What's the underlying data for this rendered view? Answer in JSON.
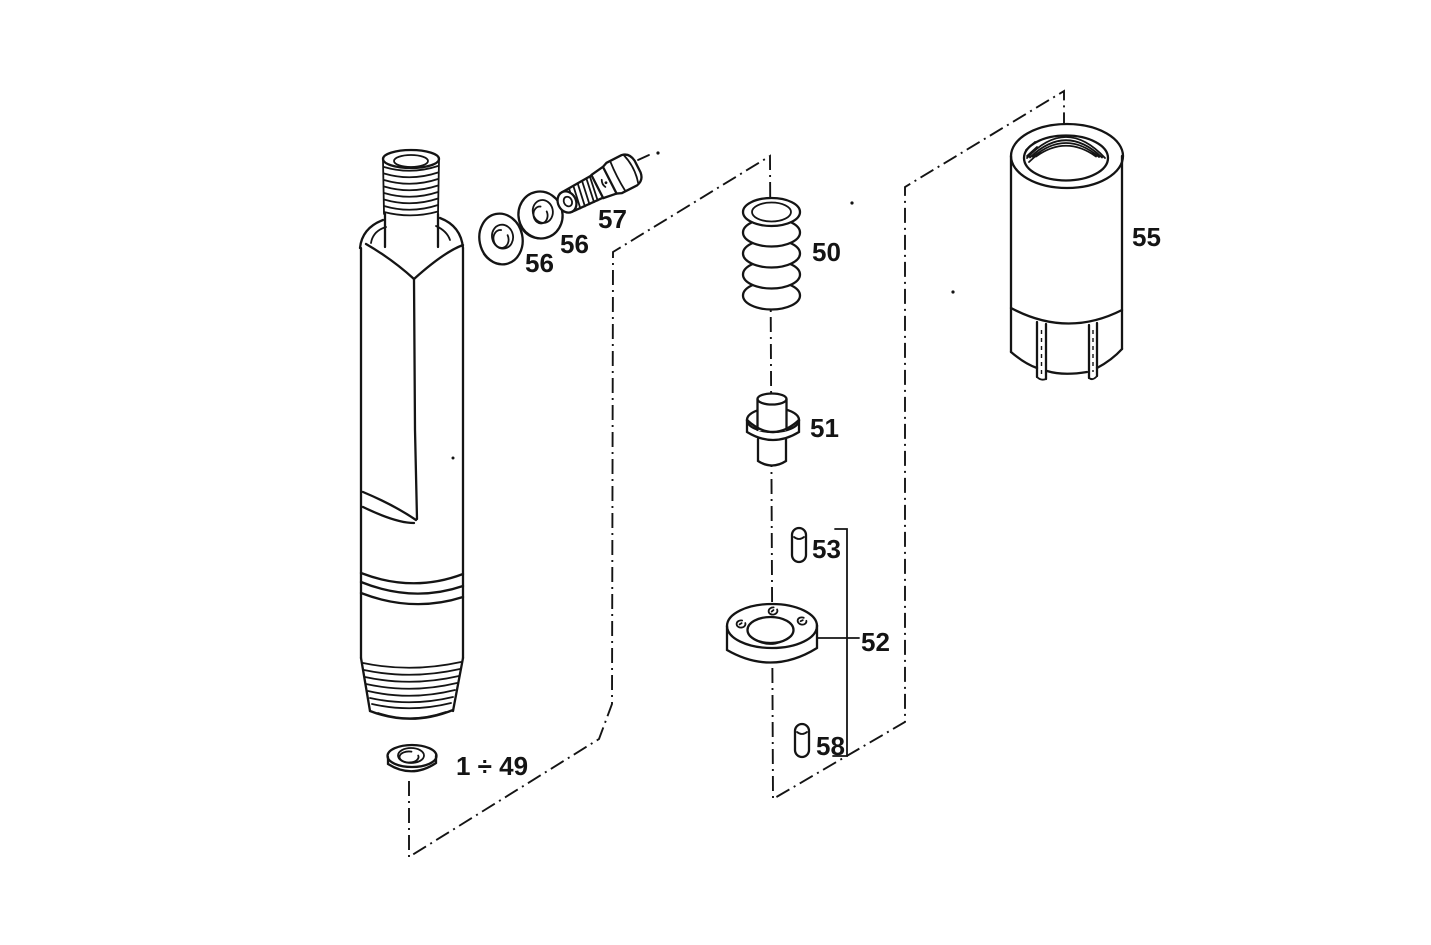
{
  "diagram": {
    "type": "exploded-view technical parts drawing (fuel injector assembly)",
    "background": "#ffffff",
    "line_color": "#141414",
    "part_labels": {
      "p49": "1 ÷ 49",
      "p50": "50",
      "p51": "51",
      "p52": "52",
      "p53": "53",
      "p55": "55",
      "p56a": "56",
      "p56b": "56",
      "p57": "57",
      "p58": "58"
    }
  }
}
